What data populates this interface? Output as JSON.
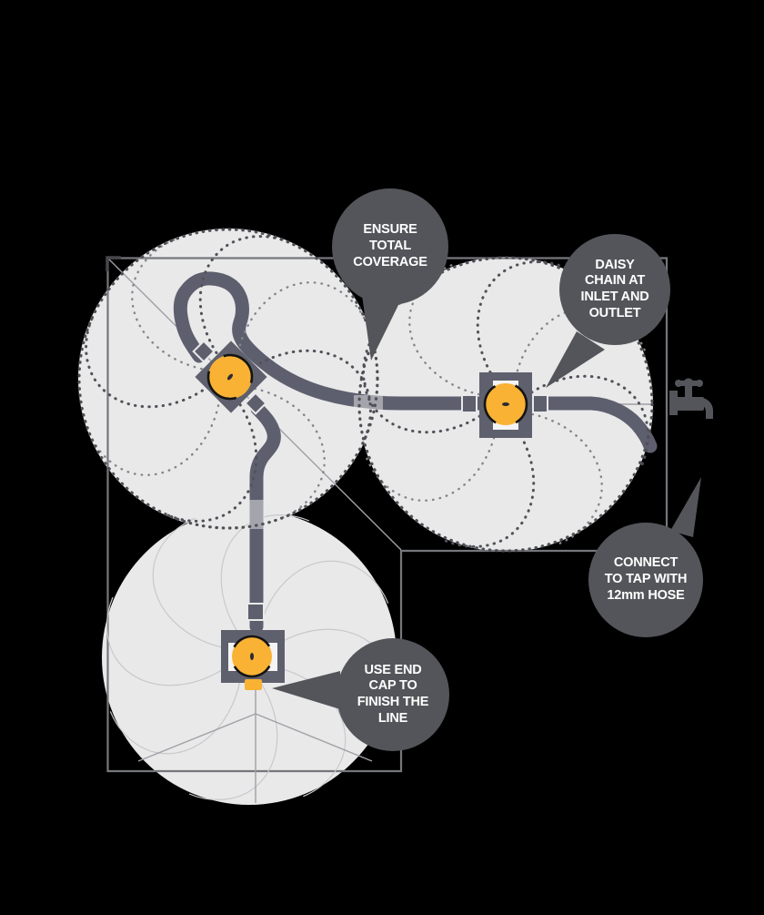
{
  "diagram": {
    "description": "Sprinkler irrigation layout diagram with three spray coverage circles on an L-shaped lawn",
    "callouts": [
      {
        "id": "ensure-coverage",
        "text": "ENSURE\nTOTAL\nCOVERAGE"
      },
      {
        "id": "daisy-chain",
        "text": "DAISY\nCHAIN AT\nINLET AND\nOUTLET"
      },
      {
        "id": "connect-tap",
        "text": "CONNECT\nTO TAP WITH\n12mm HOSE"
      },
      {
        "id": "use-end-cap",
        "text": "USE END\nCAP TO\nFINISH THE\nLINE"
      }
    ],
    "icons": [
      {
        "name": "tap-icon"
      },
      {
        "name": "sprinkler-icon",
        "count": 3
      },
      {
        "name": "coverage-circle",
        "count": 3
      }
    ],
    "colors": {
      "background": "#000000",
      "coverage_fill": "#E9E9EA",
      "hose": "#5E5F6E",
      "sprinkler_body": "#5F606D",
      "sprinkler_head": "#F9B234",
      "callout_bubble": "#54555A",
      "callout_text": "#FFFFFF",
      "boundary_line": "#76777C",
      "spray_dots": "#515258"
    }
  }
}
